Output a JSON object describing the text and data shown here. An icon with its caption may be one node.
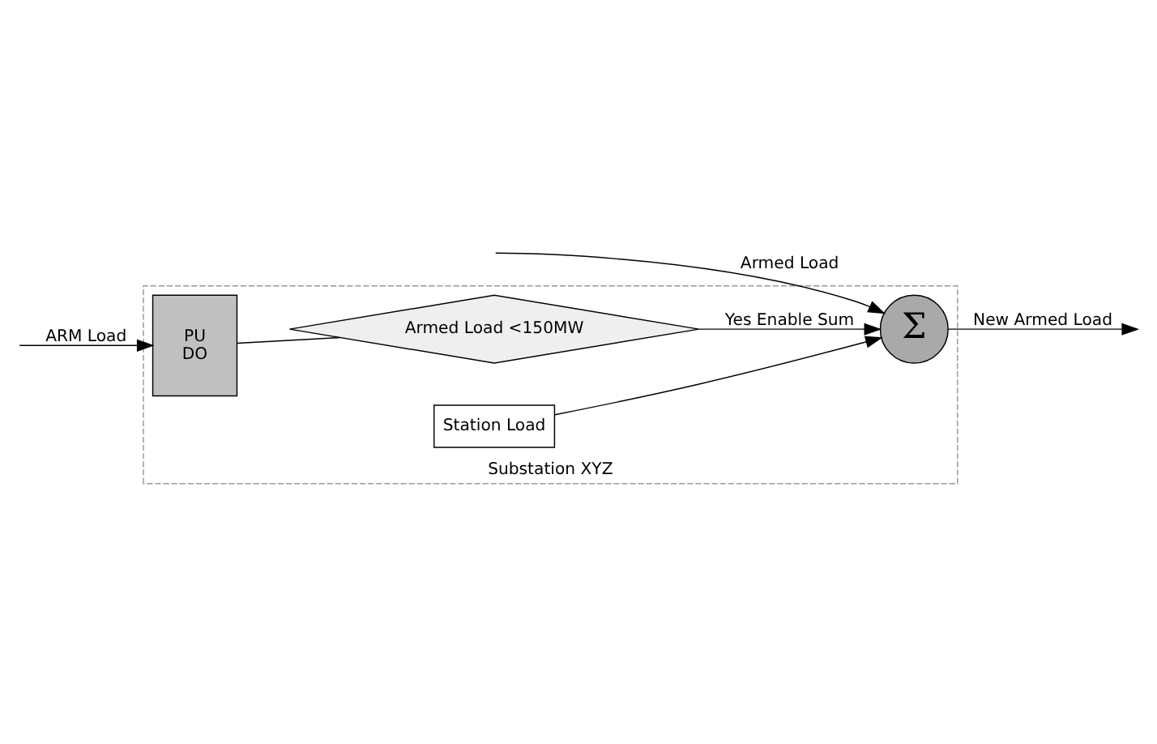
{
  "diagram": {
    "nodes": [
      {
        "text": [
          "Substation XYZ"
        ]
      },
      {
        "text": [
          "PU",
          "DO"
        ],
        "in": 0
      },
      {
        "text": [
          "Armed Load <150MW"
        ],
        "in": 0
      },
      {
        "text": [
          "Σ"
        ],
        "in": 0
      },
      {
        "text": [
          "Station Load"
        ],
        "in": 0
      }
    ],
    "edges": [
      {
        "from": null,
        "to": 1,
        "arrow": "to",
        "label": "ARM Load"
      },
      {
        "from": null,
        "to": 3,
        "arrow": "to",
        "label": "Armed Load"
      },
      {
        "from": 1,
        "to": 2,
        "arrow": "none"
      },
      {
        "from": 2,
        "to": 3,
        "arrow": "to",
        "label": "Yes Enable Sum"
      },
      {
        "from": 4,
        "to": 3,
        "arrow": "to"
      },
      {
        "from": 3,
        "to": null,
        "arrow": "to",
        "label": "New Armed Load"
      }
    ]
  }
}
